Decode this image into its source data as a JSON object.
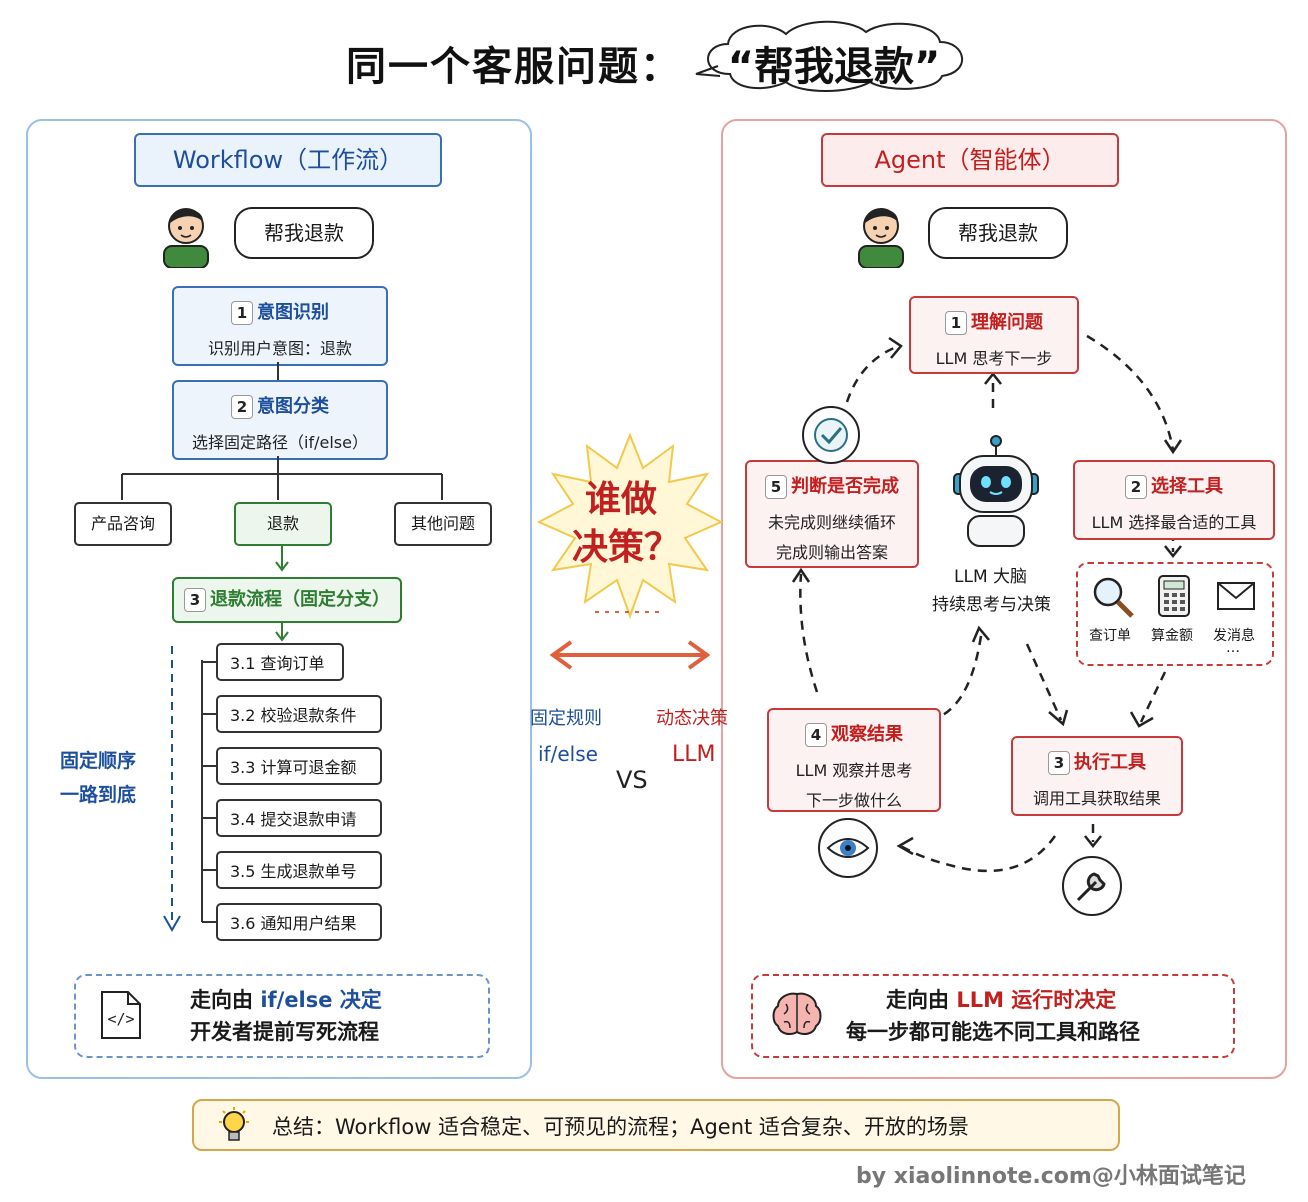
{
  "title": "同一个客服问题：",
  "title_quote": "“帮我退款”",
  "workflow": {
    "header": "Workflow（工作流）",
    "user_bubble": "帮我退款",
    "step1": {
      "num": "1",
      "title": "意图识别",
      "sub": "识别用户意图：退款"
    },
    "step2": {
      "num": "2",
      "title": "意图分类",
      "sub": "选择固定路径（if/else）"
    },
    "options": [
      "产品咨询",
      "退款",
      "其他问题"
    ],
    "step3": {
      "num": "3",
      "title": "退款流程（固定分支）"
    },
    "substeps": [
      "3.1 查询订单",
      "3.2 校验退款条件",
      "3.3 计算可退金额",
      "3.4 提交退款申请",
      "3.5 生成退款单号",
      "3.6 通知用户结果"
    ],
    "order_label_1": "固定顺序",
    "order_label_2": "一路到底",
    "footer_1_prefix": "走向由 ",
    "footer_1_hl": "if/else 决定",
    "footer_2": "开发者提前写死流程"
  },
  "center": {
    "who_1": "谁做",
    "who_2": "决策？",
    "left_label_1": "固定规则",
    "left_label_2": "if/else",
    "vs": "VS",
    "right_label_1": "动态决策",
    "right_label_2": "LLM"
  },
  "agent": {
    "header": "Agent（智能体）",
    "user_bubble": "帮我退款",
    "step1": {
      "num": "1",
      "title": "理解问题",
      "sub": "LLM 思考下一步"
    },
    "step2": {
      "num": "2",
      "title": "选择工具",
      "sub": "LLM 选择最合适的工具"
    },
    "step3": {
      "num": "3",
      "title": "执行工具",
      "sub": "调用工具获取结果"
    },
    "step4": {
      "num": "4",
      "title": "观察结果",
      "sub1": "LLM 观察并思考",
      "sub2": "下一步做什么"
    },
    "step5": {
      "num": "5",
      "title": "判断是否完成",
      "sub1": "未完成则继续循环",
      "sub2": "完成则输出答案"
    },
    "brain_1": "LLM 大脑",
    "brain_2": "持续思考与决策",
    "tools": [
      "查订单",
      "算金额",
      "发消息"
    ],
    "tools_more": "…",
    "footer_1_prefix": "走向由 ",
    "footer_1_hl": "LLM 运行时决定",
    "footer_2": "每一步都可能选不同工具和路径"
  },
  "summary": "总结：Workflow 适合稳定、可预见的流程；Agent 适合复杂、开放的场景",
  "credit": "by xiaolinnote.com@小林面试笔记",
  "colors": {
    "blue": "#1d4f9c",
    "red": "#c21f1f",
    "green": "#2e7d32",
    "gold": "#d6a64c"
  }
}
